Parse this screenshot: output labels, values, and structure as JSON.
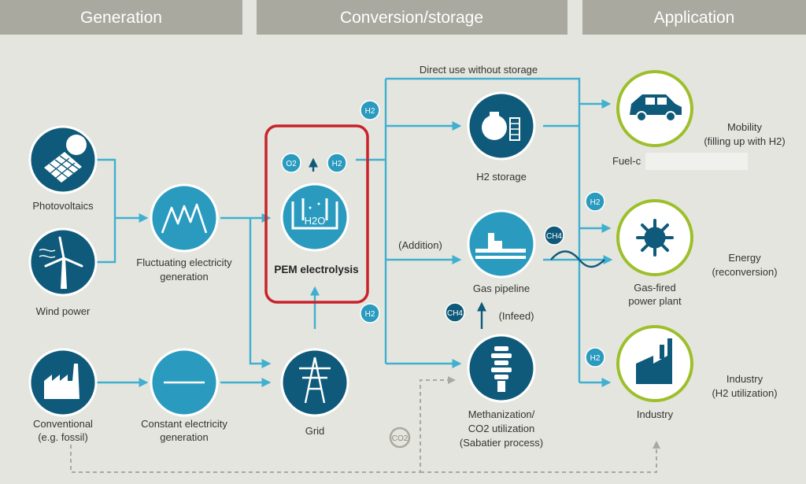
{
  "colors": {
    "background": "#e5e5df",
    "header": "#a9a99f",
    "node_dark": "#0f5a7a",
    "node_light": "#2a9bbf",
    "flow": "#3fb0d0",
    "accent_red": "#c8222a",
    "application_ring": "#9cbf2a",
    "dashed": "#a9a99f"
  },
  "headers": {
    "generation": "Generation",
    "conversion": "Conversion/storage",
    "application": "Application"
  },
  "generation": {
    "photovoltaics": {
      "label": "Photovoltaics",
      "icon": "solar-panel-icon"
    },
    "wind": {
      "label": "Wind power",
      "icon": "wind-turbine-icon"
    },
    "conventional": {
      "line1": "Conventional",
      "line2": "(e.g. fossil)",
      "icon": "factory-icon"
    },
    "fluctuating": {
      "line1": "Fluctuating electricity",
      "line2": "generation",
      "icon": "zigzag-icon"
    },
    "constant": {
      "line1": "Constant electricity",
      "line2": "generation",
      "icon": "flat-line-icon"
    }
  },
  "conversion": {
    "pem": {
      "label": "PEM electrolysis",
      "water": "H2O",
      "o2": "O2",
      "h2": "H2",
      "icon": "electrolysis-tank-icon"
    },
    "grid": {
      "label": "Grid",
      "icon": "power-pylon-icon"
    },
    "direct_use": "Direct use without storage",
    "h2_storage": {
      "label": "H2 storage",
      "icon": "storage-tank-icon"
    },
    "addition": "(Addition)",
    "gas_pipeline": {
      "label": "Gas pipeline",
      "icon": "pipeline-icon"
    },
    "infeed": "(Infeed)",
    "methanization": {
      "line1": "Methanization/",
      "line2": "CO2 utilization",
      "line3": "(Sabatier process)",
      "icon": "reactor-icon"
    }
  },
  "bubbles": {
    "h2": "H2",
    "ch4": "CH4",
    "co2": "CO2"
  },
  "application": {
    "mobility": {
      "title": "Mobility",
      "sub": "(filling up with H2)",
      "node": "Fuel-c",
      "icon": "car-icon"
    },
    "energy": {
      "title": "Energy",
      "sub": "(reconversion)",
      "node1": "Gas-fired",
      "node2": "power plant",
      "icon": "turbine-gear-icon"
    },
    "industry": {
      "title": "Industry",
      "sub": "(H2 utilization)",
      "node": "Industry",
      "icon": "industry-building-icon"
    }
  }
}
